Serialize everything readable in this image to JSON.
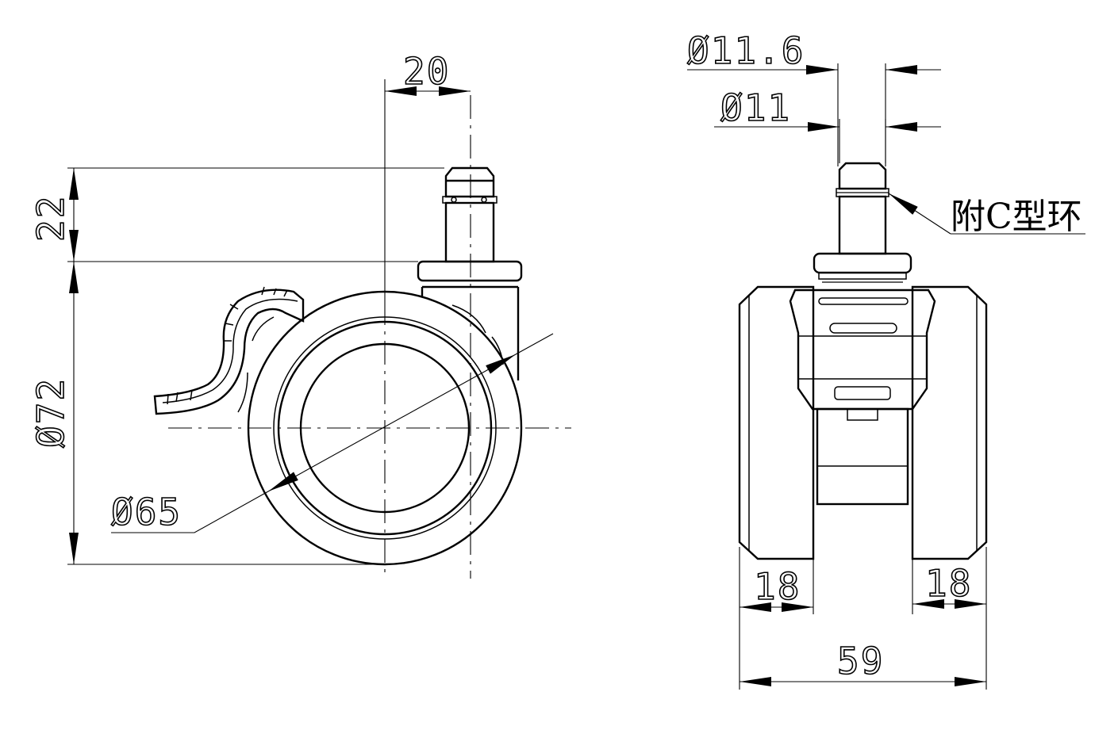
{
  "labels": {
    "width_20": "20",
    "height_22": "22",
    "dia_72": "Ø72",
    "dia_65": "Ø65",
    "dia_11_6": "Ø11.6",
    "dia_11": "Ø11",
    "c_ring": "附C型环",
    "w18_left": "18",
    "w18_right": "18",
    "w59": "59"
  }
}
